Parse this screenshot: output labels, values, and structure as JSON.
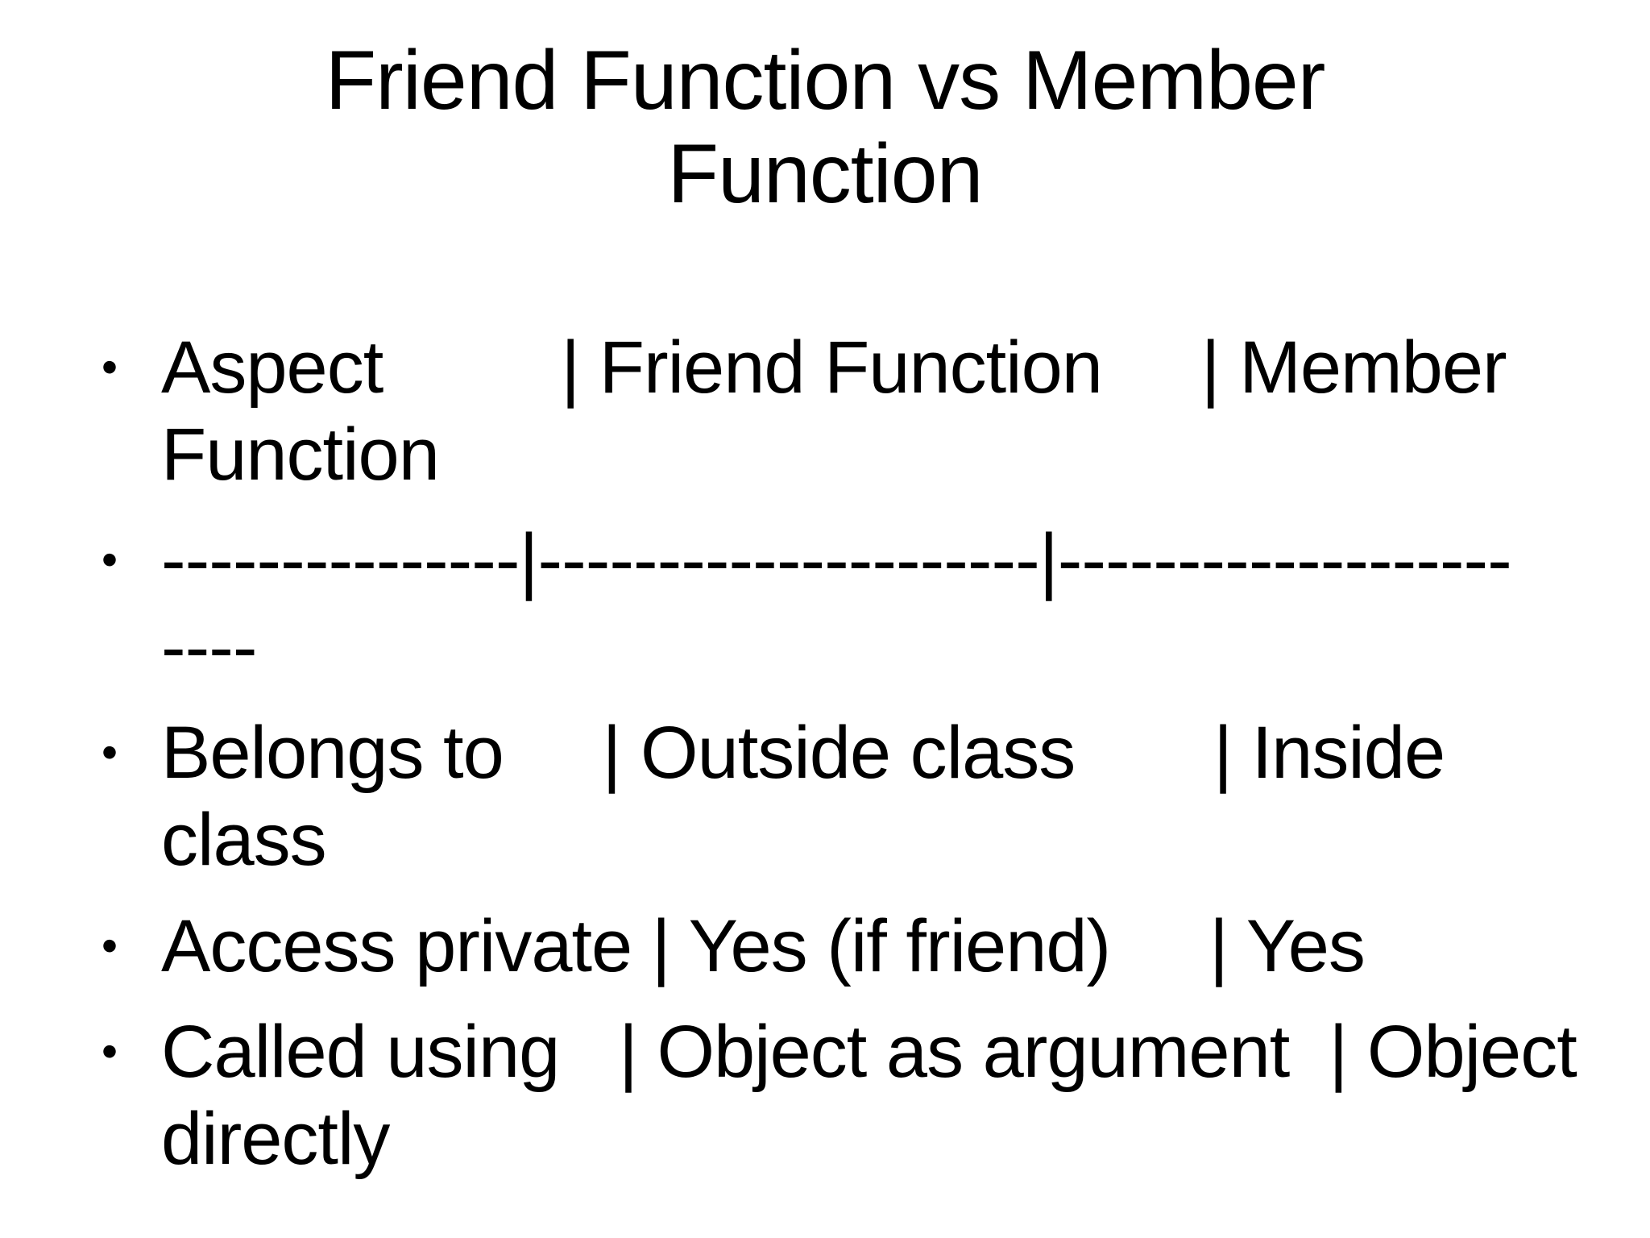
{
  "slide": {
    "title": "Friend Function vs Member\nFunction",
    "bullet_char": "•",
    "bullets": [
      {
        "text": "Aspect         | Friend Function     | Member\nFunction"
      },
      {
        "text": "---------------|---------------------|-------------------\n----"
      },
      {
        "text": "Belongs to     | Outside class       | Inside class"
      },
      {
        "text": "Access private | Yes (if friend)     | Yes"
      },
      {
        "text": "Called using   | Object as argument  | Object\ndirectly"
      }
    ],
    "colors": {
      "background": "#ffffff",
      "text": "#000000"
    }
  }
}
